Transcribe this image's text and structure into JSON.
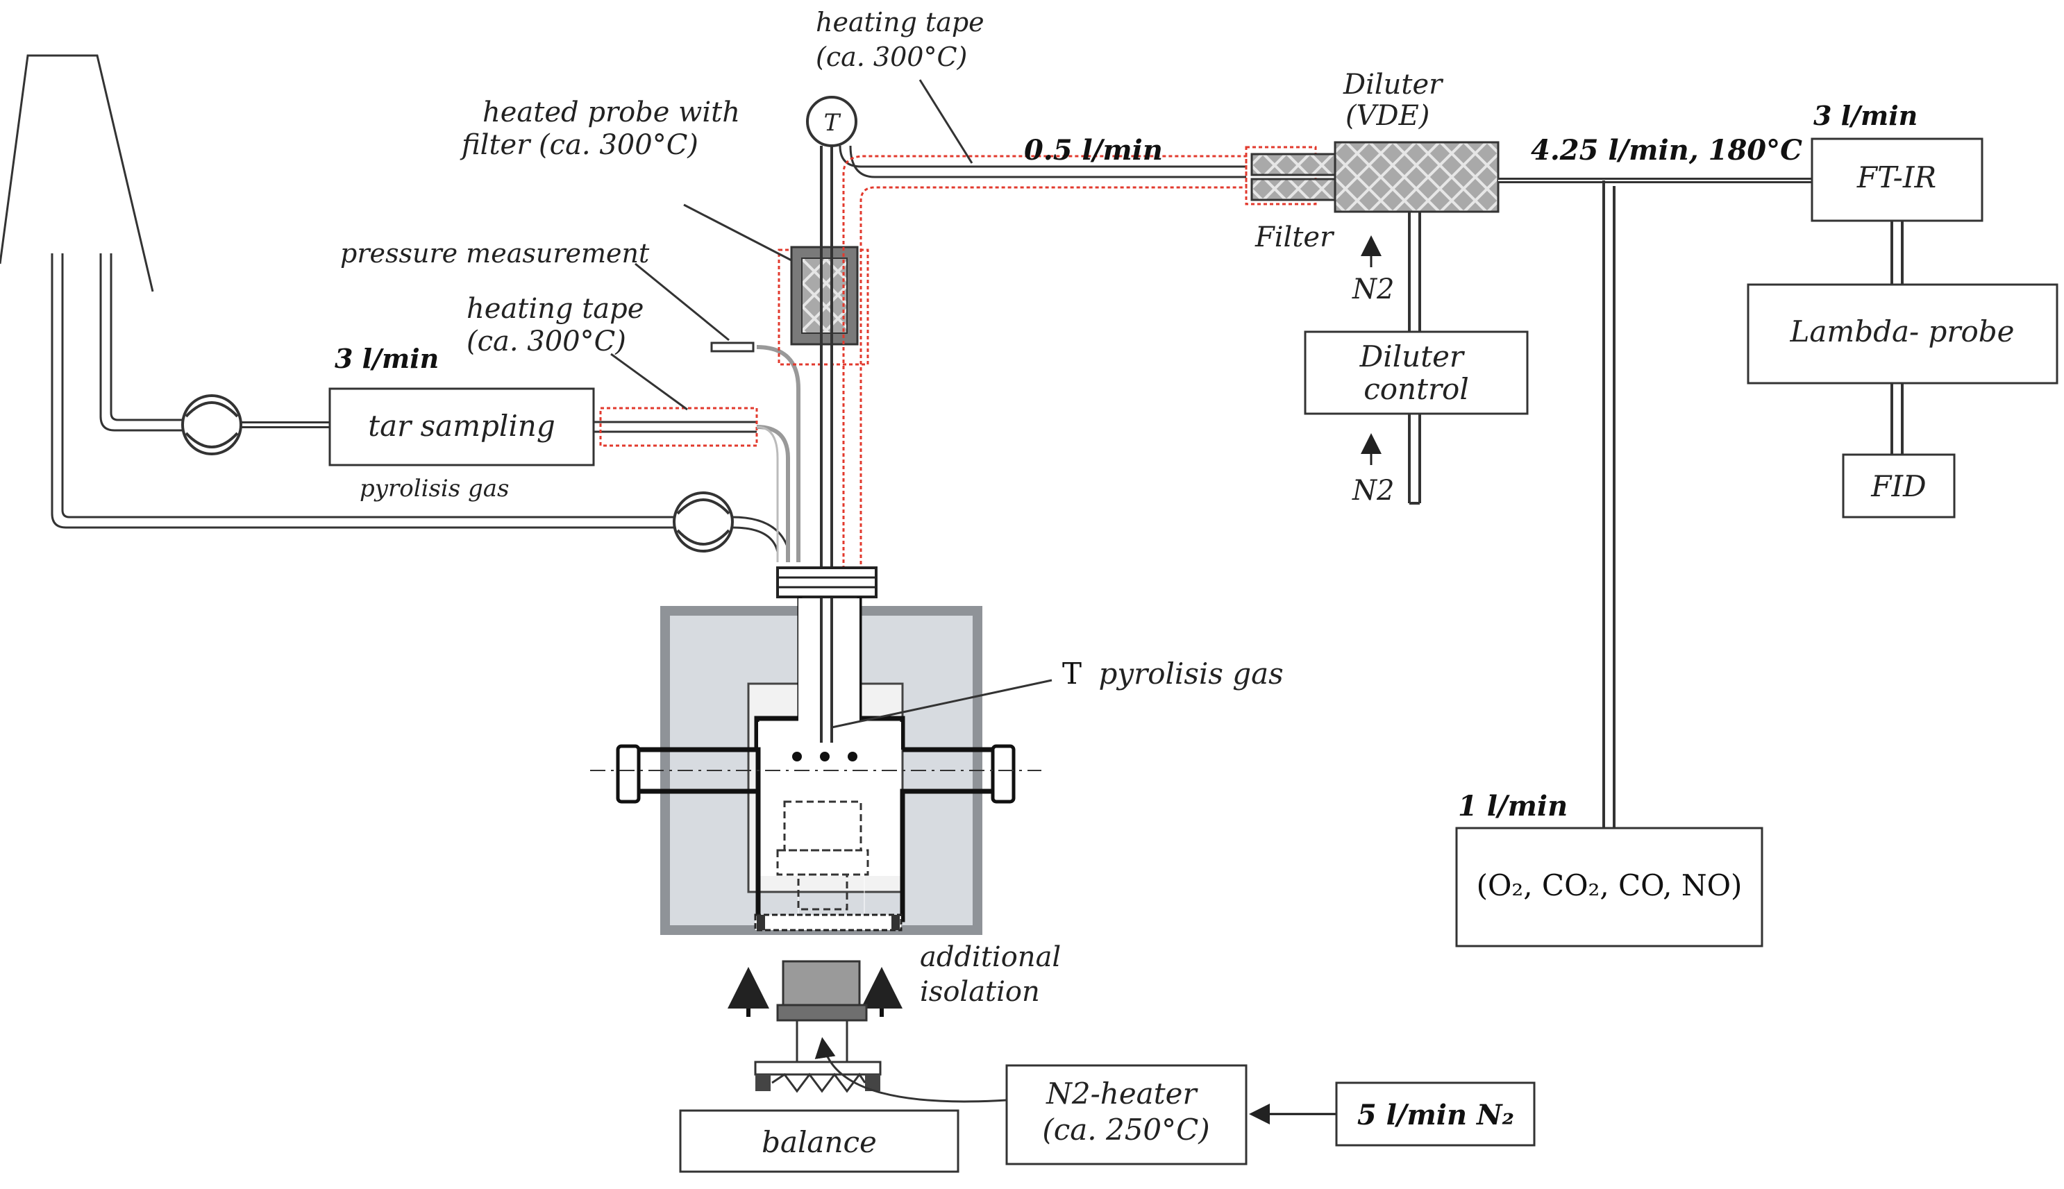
{
  "labels": {
    "heating_tape_top": [
      "heating tape",
      "(ca. 300°C)"
    ],
    "heated_probe": [
      "heated probe with",
      "filter (ca. 300°C)"
    ],
    "pressure_measurement": "pressure measurement",
    "heating_tape_left": [
      "heating tape",
      "(ca. 300°C)"
    ],
    "flow_3_left": "3 l/min",
    "tar_sampling": "tar sampling",
    "pyrolisis_gas": "pyrolisis gas",
    "flow_05": "0.5  l/min",
    "diluter": [
      "Diluter",
      "(VDE)"
    ],
    "filter": "Filter",
    "n2_upper": "N2",
    "n2_lower": "N2",
    "diluter_control": [
      "Diluter",
      "control"
    ],
    "flow_425": "4.25  l/min, 180°C",
    "flow_3_right": "3  l/min",
    "ftir": "FT-IR",
    "lambda_probe": "Lambda- probe",
    "fid": "FID",
    "flow_1": "1  l/min",
    "gas_analyzer": "(O₂, CO₂, CO, NO)",
    "t_pyrolisis_gas": [
      "T",
      "pyrolisis gas"
    ],
    "additional_isolation": [
      "additional",
      "isolation"
    ],
    "n2_heater": [
      "N2-heater",
      "(ca. 250°C)"
    ],
    "balance": "balance",
    "n2_supply": "5 l/min N₂",
    "thermometer": "T"
  },
  "colors": {
    "heating_tape": "#e23a2e",
    "insulation": "#d7dbe0",
    "insulation_edge": "#8f9398",
    "filter_fill": "#9a9a9a"
  }
}
